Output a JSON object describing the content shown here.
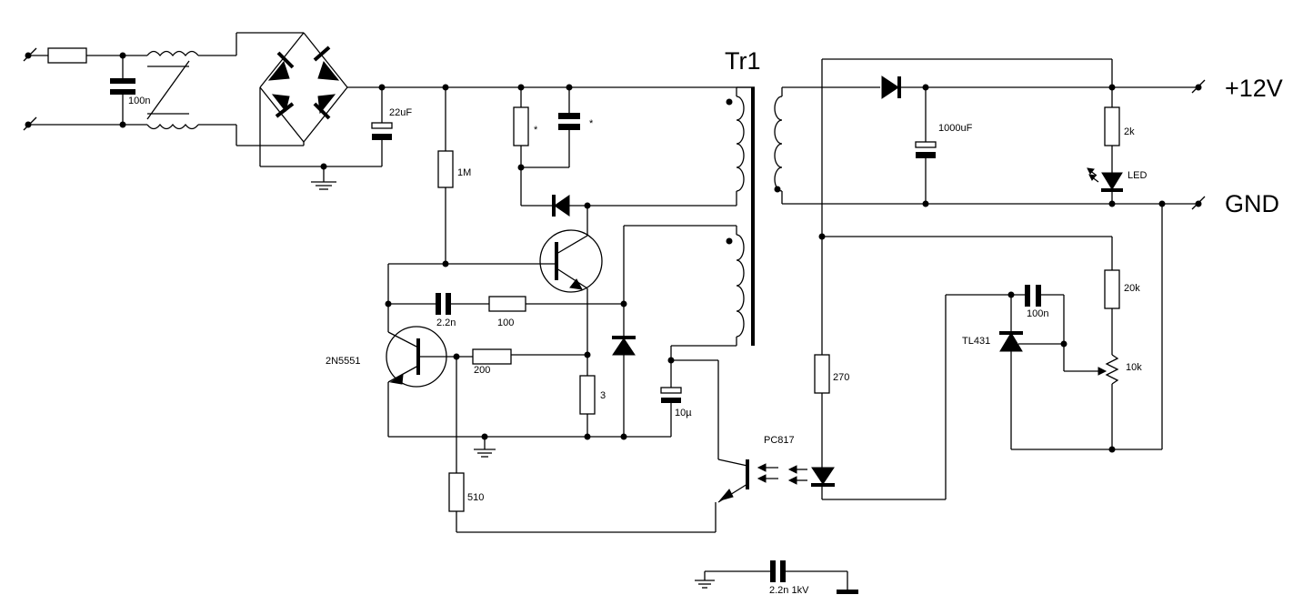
{
  "labels": {
    "transformer": "Tr1",
    "out_pos": "+12V",
    "out_gnd": "GND",
    "c_filter": "100n",
    "c_bulk": "22uF",
    "r_start": "1M",
    "r_snub_mark": "*",
    "c_snub_mark": "*",
    "c_base": "2.2n",
    "r_base": "100",
    "q_sense": "2N5551",
    "r_200": "200",
    "r_sense": "3",
    "c_aux": "10µ",
    "r_510": "510",
    "opto": "PC817",
    "c_out": "1000uF",
    "r_led": "2k",
    "led": "LED",
    "r_270": "270",
    "c_tl": "100n",
    "tl431": "TL431",
    "r_20k": "20k",
    "pot_10k": "10k",
    "c_y": "2.2n 1kV"
  }
}
